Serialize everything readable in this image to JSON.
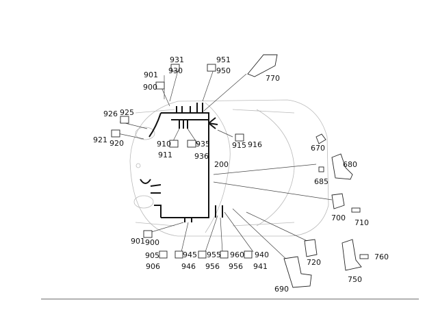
{
  "diagram": {
    "part_numbers": [
      "931",
      "951",
      "901",
      "930",
      "950",
      "770",
      "900",
      "926",
      "925",
      "921",
      "920",
      "910",
      "935",
      "915",
      "916",
      "911",
      "936",
      "200",
      "670",
      "680",
      "685",
      "700",
      "710",
      "901",
      "900",
      "905",
      "945",
      "955",
      "960",
      "940",
      "906",
      "946",
      "956",
      "956",
      "941",
      "720",
      "760",
      "690",
      "750"
    ]
  }
}
